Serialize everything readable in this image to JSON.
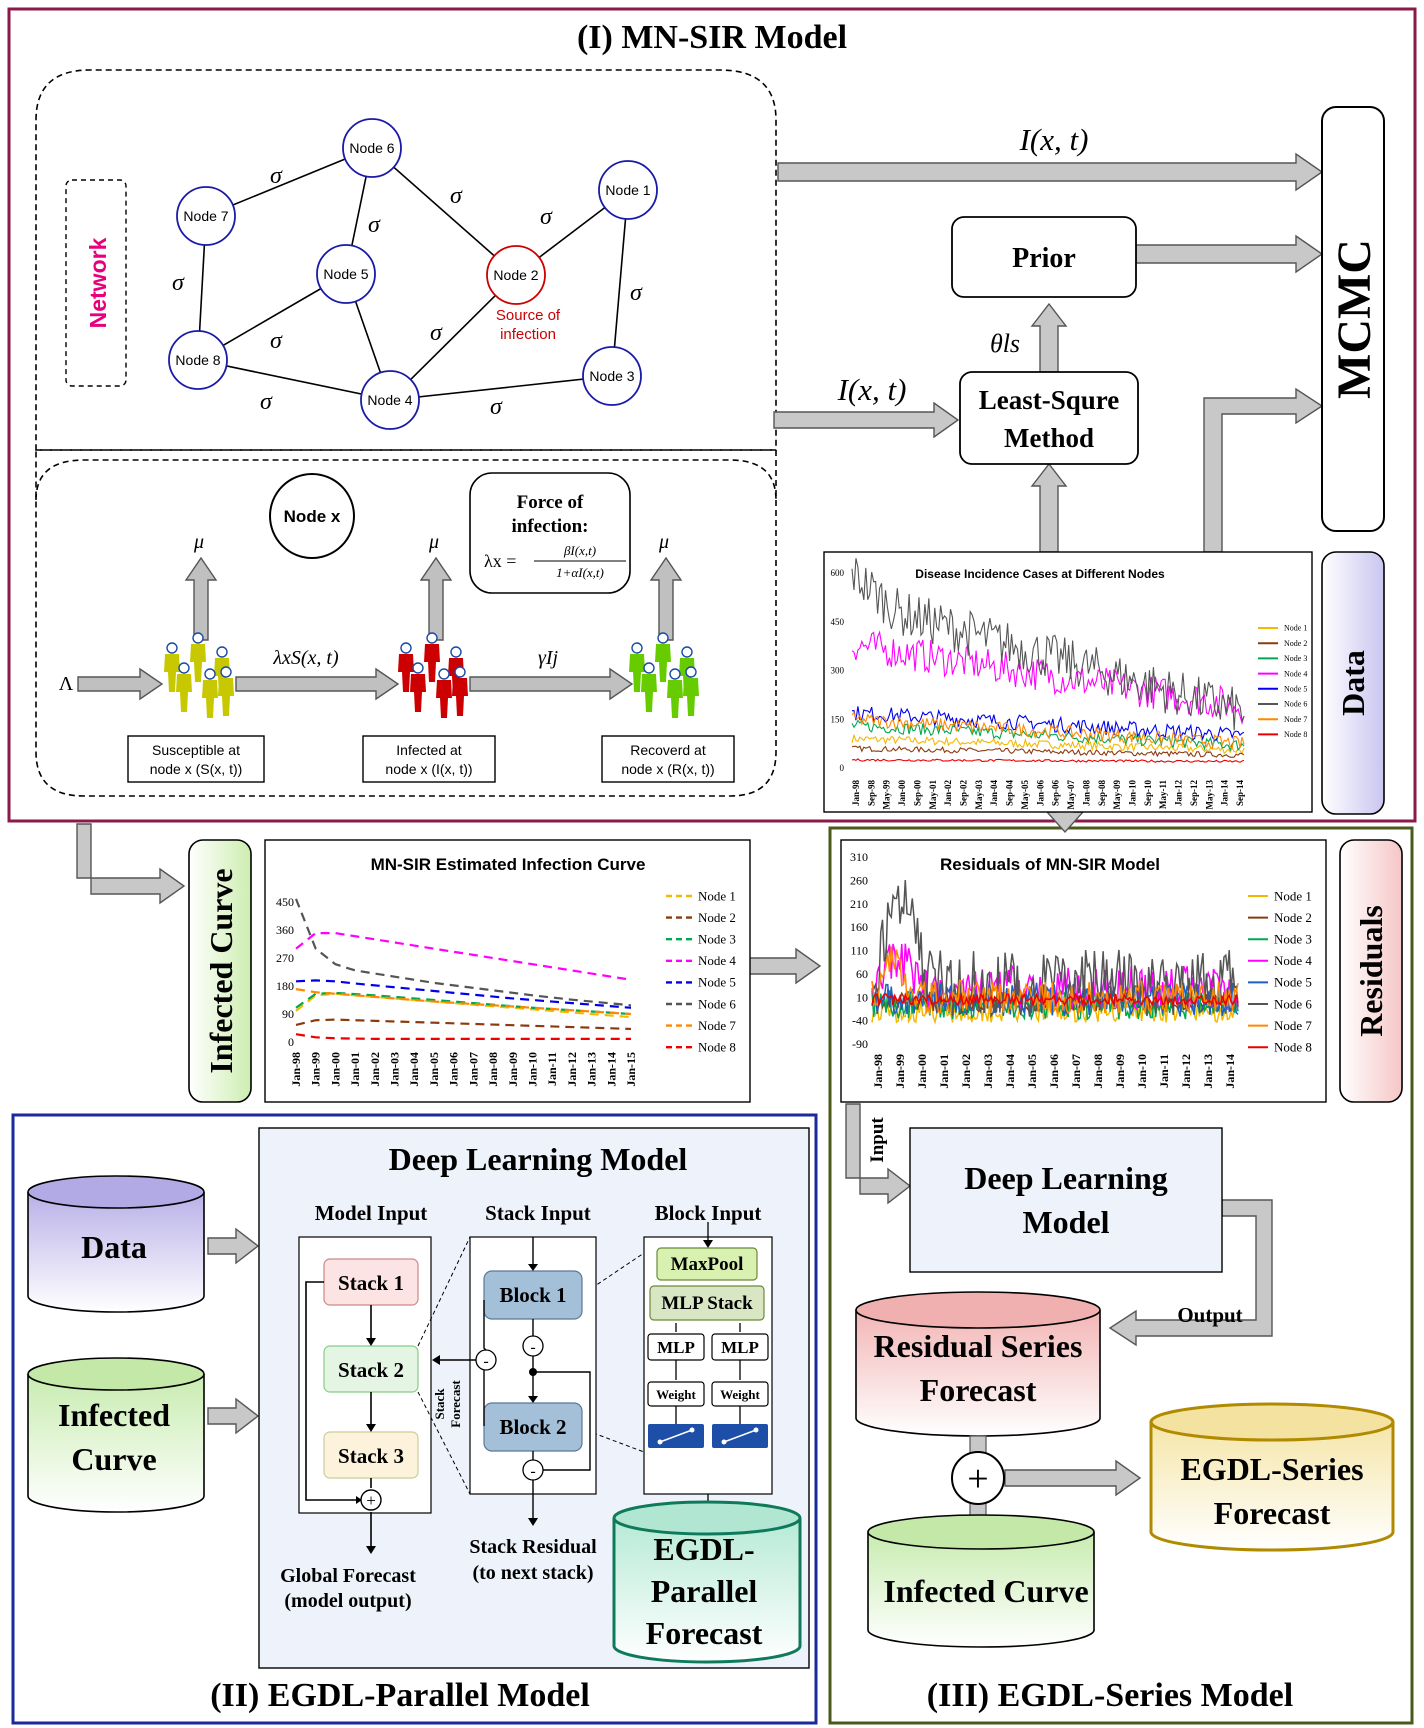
{
  "sections": {
    "mnsir_title": "(I) MN-SIR Model",
    "parallel_title": "(II) EGDL-Parallel Model",
    "series_title": "(III) EGDL-Series Model"
  },
  "network": {
    "label": "Network",
    "sigma": "σ",
    "source_label_1": "Source of",
    "source_label_2": "infection",
    "nodes": [
      {
        "id": "n1",
        "label": "Node 1"
      },
      {
        "id": "n2",
        "label": "Node 2"
      },
      {
        "id": "n3",
        "label": "Node 3"
      },
      {
        "id": "n4",
        "label": "Node 4"
      },
      {
        "id": "n5",
        "label": "Node 5"
      },
      {
        "id": "n6",
        "label": "Node 6"
      },
      {
        "id": "n7",
        "label": "Node 7"
      },
      {
        "id": "n8",
        "label": "Node 8"
      }
    ]
  },
  "sir": {
    "node_x": "Node x",
    "force_title_1": "Force of",
    "force_title_2": "infection:",
    "force_formula_lhs": "λx =",
    "force_formula_num": "βI(x,t)",
    "force_formula_den": "1+αI(x,t)",
    "mu": "μ",
    "lambda_in": "Λ",
    "rate_si": "λxS(x, t)",
    "rate_ir": "γIj",
    "susceptible_1": "Susceptible  at",
    "susceptible_2": "node x (S(x, t))",
    "infected_1": "Infected  at",
    "infected_2": "node x (I(x, t))",
    "recovered_1": "Recoverd at",
    "recovered_2": "node x (R(x, t))",
    "colors": {
      "susceptible": "#c8c800",
      "infected": "#cc0000",
      "recovered": "#66cc00"
    }
  },
  "flow": {
    "ixt_top": "I(x, t)",
    "ixt_mid": "I(x, t)",
    "prior": "Prior",
    "theta": "θls",
    "least_square_1": "Least-Squre",
    "least_square_2": "Method",
    "mcmc": "MCMC",
    "data_tag": "Data",
    "infected_curve_tag": "Infected Curve",
    "residuals_tag": "Residuals"
  },
  "incidence_chart": {
    "title": "Disease Incidence Cases at Different Nodes",
    "yticks": [
      "600",
      "450",
      "300",
      "150",
      "0"
    ],
    "xticks": [
      "Jan-98",
      "Sep-98",
      "May-99",
      "Jan-00",
      "Sep-00",
      "May-01",
      "Jan-02",
      "Sep-02",
      "May-03",
      "Jan-04",
      "Sep-04",
      "May-05",
      "Jan-06",
      "Sep-06",
      "May-07",
      "Jan-08",
      "Sep-08",
      "May-09",
      "Jan-10",
      "Sep-10",
      "May-11",
      "Jan-12",
      "Sep-12",
      "May-13",
      "Jan-14",
      "Sep-14"
    ],
    "legend": [
      "Node 1",
      "Node 2",
      "Node 3",
      "Node 4",
      "Node 5",
      "Node 6",
      "Node 7",
      "Node 8"
    ]
  },
  "chart_data": [
    {
      "type": "line",
      "title": "MN-SIR Estimated Infection Curve",
      "x": [
        "Jan-98",
        "Jan-99",
        "Jan-00",
        "Jan-01",
        "Jan-02",
        "Jan-03",
        "Jan-04",
        "Jan-05",
        "Jan-06",
        "Jan-07",
        "Jan-08",
        "Jan-09",
        "Jan-10",
        "Jan-11",
        "Jan-12",
        "Jan-13",
        "Jan-14",
        "Jan-15"
      ],
      "yticks": [
        "450",
        "360",
        "270",
        "180",
        "90",
        "0"
      ],
      "ylim": [
        0,
        450
      ],
      "style": "dashed",
      "series": [
        {
          "name": "Node 1",
          "color": "#f5b800",
          "values": [
            100,
            150,
            155,
            150,
            145,
            140,
            135,
            130,
            125,
            120,
            115,
            110,
            105,
            100,
            95,
            90,
            85,
            80
          ]
        },
        {
          "name": "Node 2",
          "color": "#8b3a0f",
          "values": [
            55,
            70,
            72,
            70,
            68,
            66,
            64,
            62,
            60,
            58,
            56,
            54,
            52,
            50,
            48,
            46,
            44,
            42
          ]
        },
        {
          "name": "Node 3",
          "color": "#00a850",
          "values": [
            110,
            155,
            158,
            154,
            150,
            145,
            140,
            135,
            130,
            125,
            120,
            115,
            110,
            106,
            102,
            98,
            94,
            90
          ]
        },
        {
          "name": "Node 4",
          "color": "#ff00ff",
          "values": [
            300,
            350,
            350,
            340,
            330,
            320,
            310,
            300,
            290,
            280,
            270,
            260,
            250,
            240,
            230,
            220,
            210,
            200
          ]
        },
        {
          "name": "Node 5",
          "color": "#0000ee",
          "values": [
            195,
            198,
            195,
            188,
            182,
            176,
            170,
            164,
            158,
            152,
            146,
            140,
            135,
            130,
            125,
            120,
            115,
            110
          ]
        },
        {
          "name": "Node 6",
          "color": "#555555",
          "values": [
            460,
            300,
            250,
            230,
            220,
            210,
            200,
            190,
            182,
            174,
            166,
            158,
            150,
            143,
            136,
            130,
            124,
            118
          ]
        },
        {
          "name": "Node 7",
          "color": "#ff8800",
          "values": [
            170,
            160,
            155,
            150,
            145,
            140,
            135,
            130,
            126,
            122,
            118,
            114,
            110,
            106,
            102,
            98,
            94,
            90
          ]
        },
        {
          "name": "Node 8",
          "color": "#ee0000",
          "values": [
            25,
            15,
            12,
            11,
            10,
            10,
            10,
            10,
            10,
            10,
            10,
            10,
            10,
            10,
            10,
            10,
            10,
            10
          ]
        }
      ]
    },
    {
      "type": "line",
      "title": "Residuals of MN-SIR Model",
      "x": [
        "Jan-98",
        "Jan-99",
        "Jan-00",
        "Jan-01",
        "Jan-02",
        "Jan-03",
        "Jan-04",
        "Jan-05",
        "Jan-06",
        "Jan-07",
        "Jan-08",
        "Jan-09",
        "Jan-10",
        "Jan-11",
        "Jan-12",
        "Jan-13",
        "Jan-14"
      ],
      "yticks": [
        "310",
        "260",
        "210",
        "160",
        "110",
        "60",
        "10",
        "-40",
        "-90"
      ],
      "ylim": [
        -90,
        310
      ],
      "series": [
        {
          "name": "Node 1",
          "color": "#f5b800"
        },
        {
          "name": "Node 2",
          "color": "#8b3a0f"
        },
        {
          "name": "Node 3",
          "color": "#00a850"
        },
        {
          "name": "Node 4",
          "color": "#ff00ff"
        },
        {
          "name": "Node 5",
          "color": "#1f5fbf"
        },
        {
          "name": "Node 6",
          "color": "#555555"
        },
        {
          "name": "Node 7",
          "color": "#ff8800"
        },
        {
          "name": "Node 8",
          "color": "#ee0000"
        }
      ]
    }
  ],
  "parallel": {
    "dl_title": "Deep Learning Model",
    "data": "Data",
    "infected_1": "Infected",
    "infected_2": "Curve",
    "model_input": "Model Input",
    "stack_input": "Stack Input",
    "block_input": "Block Input",
    "stack1": "Stack 1",
    "stack2": "Stack 2",
    "stack3": "Stack 3",
    "block1": "Block 1",
    "block2": "Block 2",
    "maxpool": "MaxPool",
    "mlp_stack": "MLP Stack",
    "mlp": "MLP",
    "weight": "Weight",
    "stack_forecast_1": "Stack",
    "stack_forecast_2": "Forecast",
    "global_1": "Global Forecast",
    "global_2": "(model output)",
    "residual_1": "Stack Residual",
    "residual_2": "(to next stack)",
    "egdl_1": "EGDL-",
    "egdl_2": "Parallel",
    "egdl_3": "Forecast",
    "minus": "-",
    "plus": "+"
  },
  "series": {
    "input": "Input",
    "dl_1": "Deep Learning",
    "dl_2": "Model",
    "output": "Output",
    "rsf_1": "Residual Series",
    "rsf_2": "Forecast",
    "plus": "+",
    "egdl_1": "EGDL-Series",
    "egdl_2": "Forecast",
    "infected": "Infected Curve"
  }
}
